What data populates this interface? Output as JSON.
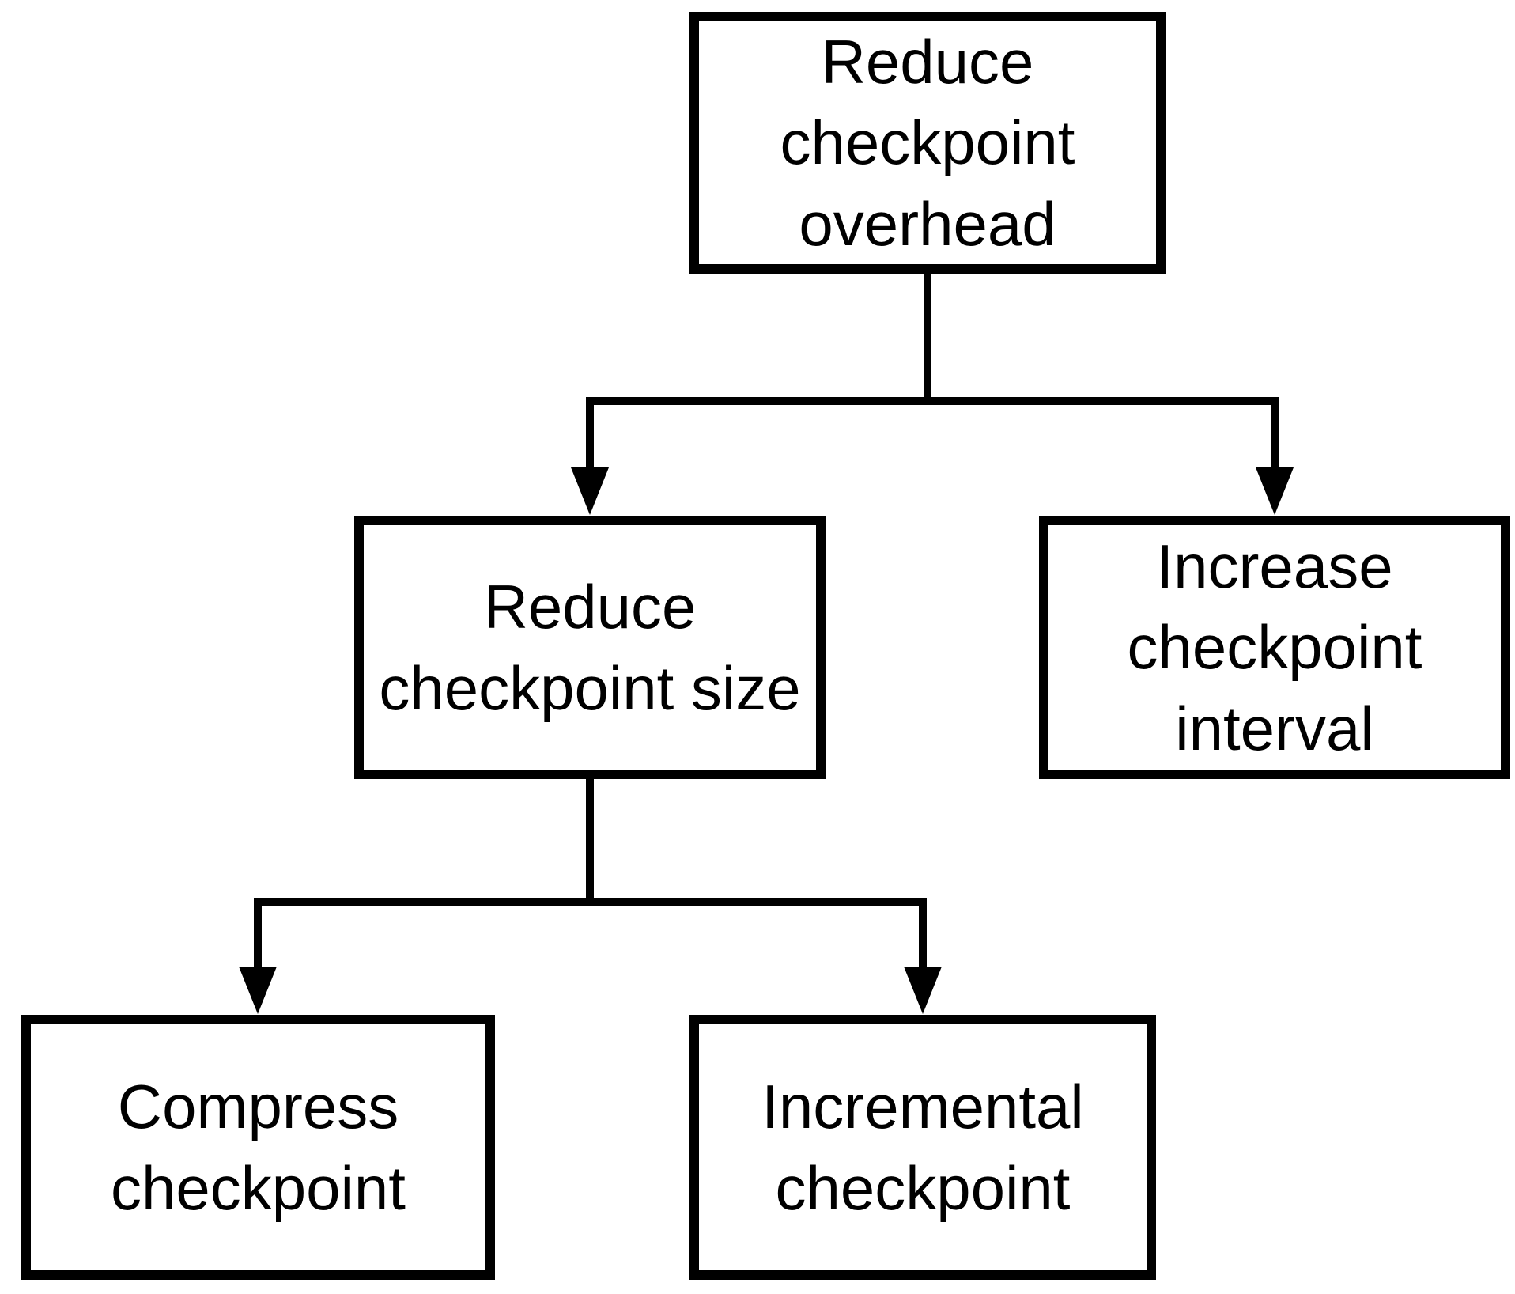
{
  "diagram": {
    "type": "tree-flowchart",
    "nodes": {
      "root": {
        "label": "Reduce checkpoint overhead"
      },
      "size": {
        "label": "Reduce checkpoint size"
      },
      "interval": {
        "label": "Increase checkpoint interval"
      },
      "compress": {
        "label": "Compress checkpoint"
      },
      "incremental": {
        "label": "Incremental checkpoint"
      }
    },
    "edges": [
      {
        "from": "root",
        "to": "size"
      },
      {
        "from": "root",
        "to": "interval"
      },
      {
        "from": "size",
        "to": "compress"
      },
      {
        "from": "size",
        "to": "incremental"
      }
    ],
    "colors": {
      "background": "#ffffff",
      "box_fill": "#ffffff",
      "box_border": "#000000",
      "line": "#000000",
      "text": "#000000"
    }
  }
}
